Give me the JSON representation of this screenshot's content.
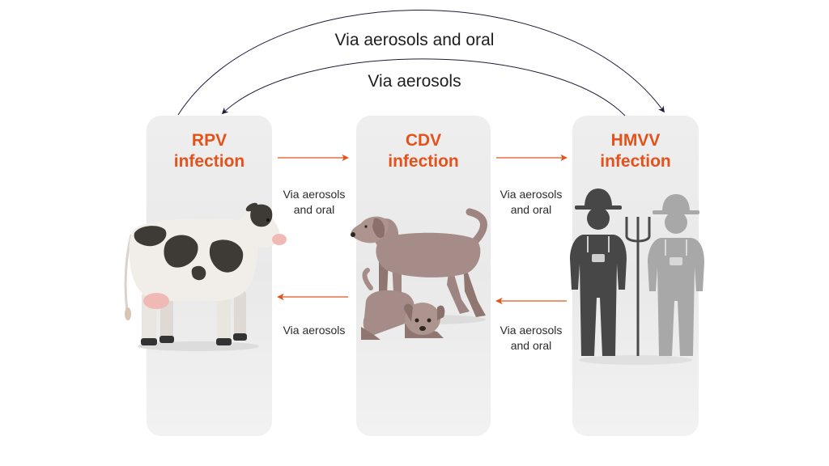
{
  "arcs": {
    "outer_label": "Via aerosols and oral",
    "inner_label": "Via aerosols"
  },
  "panels": {
    "rpv": {
      "title": "RPV\ninfection"
    },
    "cdv": {
      "title": "CDV\ninfection"
    },
    "hmvv": {
      "title": "HMVV\ninfection"
    }
  },
  "routes": {
    "rpv_to_cdv": "Via aerosols\nand oral",
    "cdv_to_rpv": "Via aerosols",
    "cdv_to_hmvv": "Via aerosols\nand oral",
    "hmvv_to_cdv": "Via aerosols\nand oral"
  },
  "colors": {
    "accent": "#e4521c",
    "arc": "#1c1c3a",
    "panel": "#ececec"
  },
  "icons": [
    "cow-icon",
    "dog-icon",
    "puppy-icon",
    "farmer-icon",
    "pitchfork-icon"
  ]
}
